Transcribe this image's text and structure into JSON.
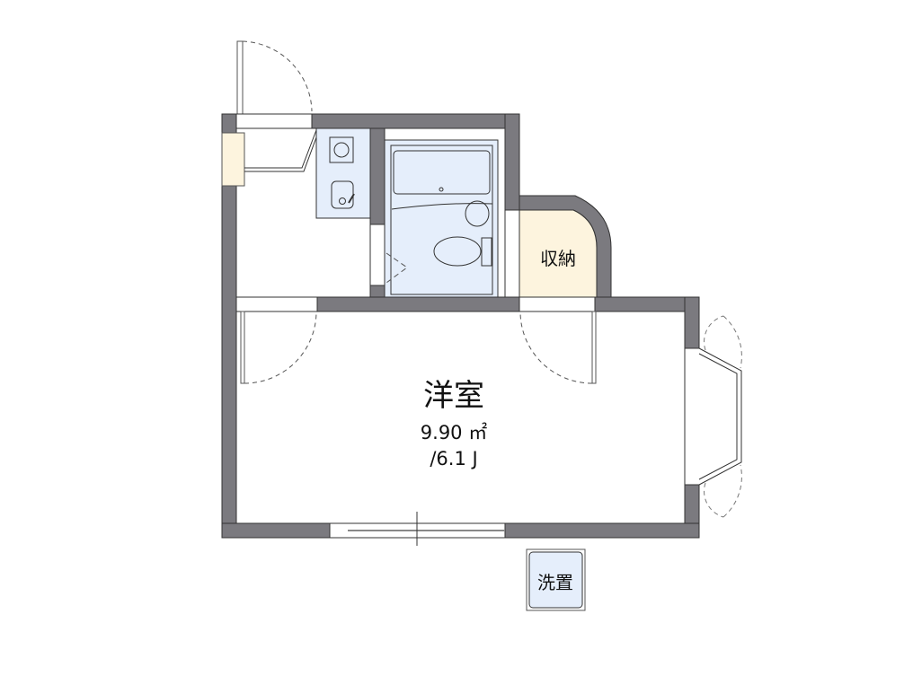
{
  "floorplan": {
    "rooms": {
      "western_room": {
        "name": "洋室",
        "area_m2": "9.90 ㎡",
        "area_jo": "/6.1 J"
      },
      "storage": {
        "name": "収納"
      },
      "washer": {
        "name": "洗置"
      }
    },
    "colors": {
      "wall": "#7b7a7f",
      "bath_fill": "#e5eefb",
      "storage_fill": "#fdf4de",
      "line": "#333333"
    }
  }
}
